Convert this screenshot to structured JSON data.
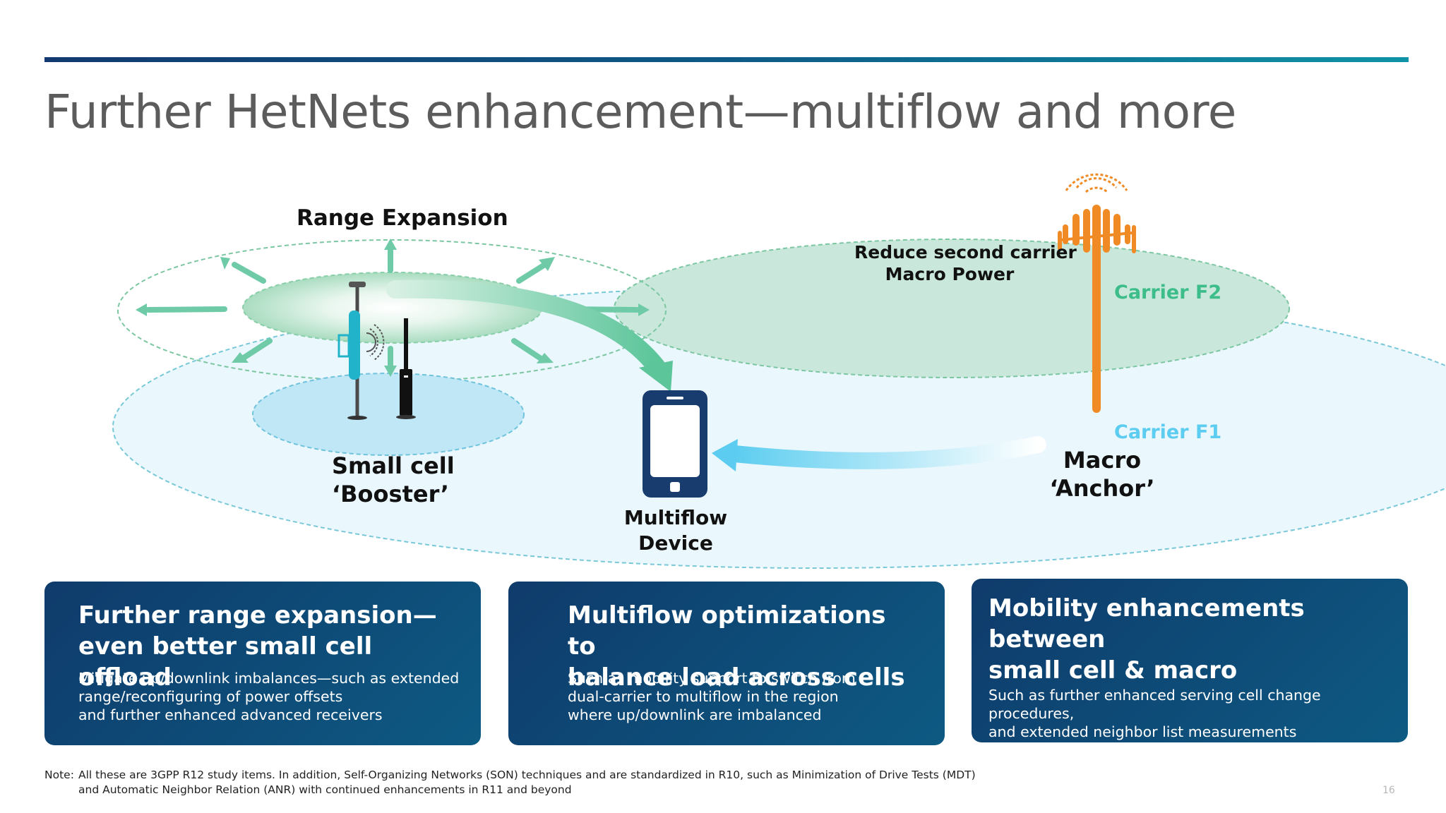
{
  "title": "Further HetNets enhancement—multiflow and more",
  "diagram": {
    "range_expansion": "Range Expansion",
    "reduce_carrier_line1": "Reduce second carrier",
    "reduce_carrier_line2": "Macro Power",
    "carrier_f2": "Carrier F2",
    "carrier_f1": "Carrier F1",
    "small_cell_line1": "Small cell",
    "small_cell_line2": "‘Booster’",
    "macro_line1": "Macro",
    "macro_line2": "‘Anchor’",
    "device_line1": "Multiflow",
    "device_line2": "Device"
  },
  "cards": [
    {
      "heading_line1": "Further range expansion—",
      "heading_line2": "even better small cell offload",
      "text_line1": "Mitigate up/downlink imbalances—such as extended",
      "text_line2": "range/reconfiguring of power offsets",
      "text_line3": "and further enhanced advanced receivers"
    },
    {
      "heading_line1": "Multiflow optimizations to",
      "heading_line2": "balance load across cells",
      "text_line1": "Such as mobility support to switch from",
      "text_line2": "dual-carrier to multiflow in the region",
      "text_line3": "where up/downlink are imbalanced"
    },
    {
      "heading_line1": "Mobility enhancements between",
      "heading_line2": "small cell & macro",
      "text_line1": "Such as further enhanced serving cell change procedures,",
      "text_line2": "and extended neighbor list measurements"
    }
  ],
  "note": {
    "prefix": "Note:",
    "line1": "All these are 3GPP R12 study items. In addition, Self-Organizing Networks (SON) techniques and are standardized in R10, such as Minimization of Drive Tests (MDT)",
    "line2": "and Automatic Neighbor Relation (ANR) with continued enhancements in R11 and beyond"
  },
  "page_number": "16",
  "colors": {
    "navy": "#0f3b6b",
    "teal_accent": "#0f93a6",
    "green_carrier": "#3dbd8a",
    "blue_carrier": "#5ccdf0",
    "orange_tower": "#f08a24"
  }
}
